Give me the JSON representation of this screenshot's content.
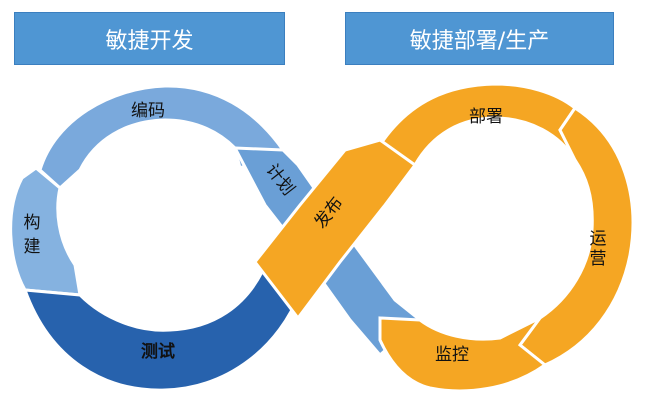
{
  "headers": {
    "left": "敏捷开发",
    "right": "敏捷部署/生产"
  },
  "stages": {
    "plan": "计划",
    "code": "编码",
    "build_top": "构",
    "build_bottom": "建",
    "test": "测试",
    "release": "发布",
    "deploy": "部署",
    "operate_top": "运",
    "operate_bottom": "营",
    "monitor": "监控"
  },
  "colors": {
    "dev_light": "#7aa9dc",
    "dev_mid": "#6a9fd6",
    "dev_dark": "#2762ad",
    "ops_orange": "#f5a623",
    "header_bg": "#4f96d3"
  }
}
